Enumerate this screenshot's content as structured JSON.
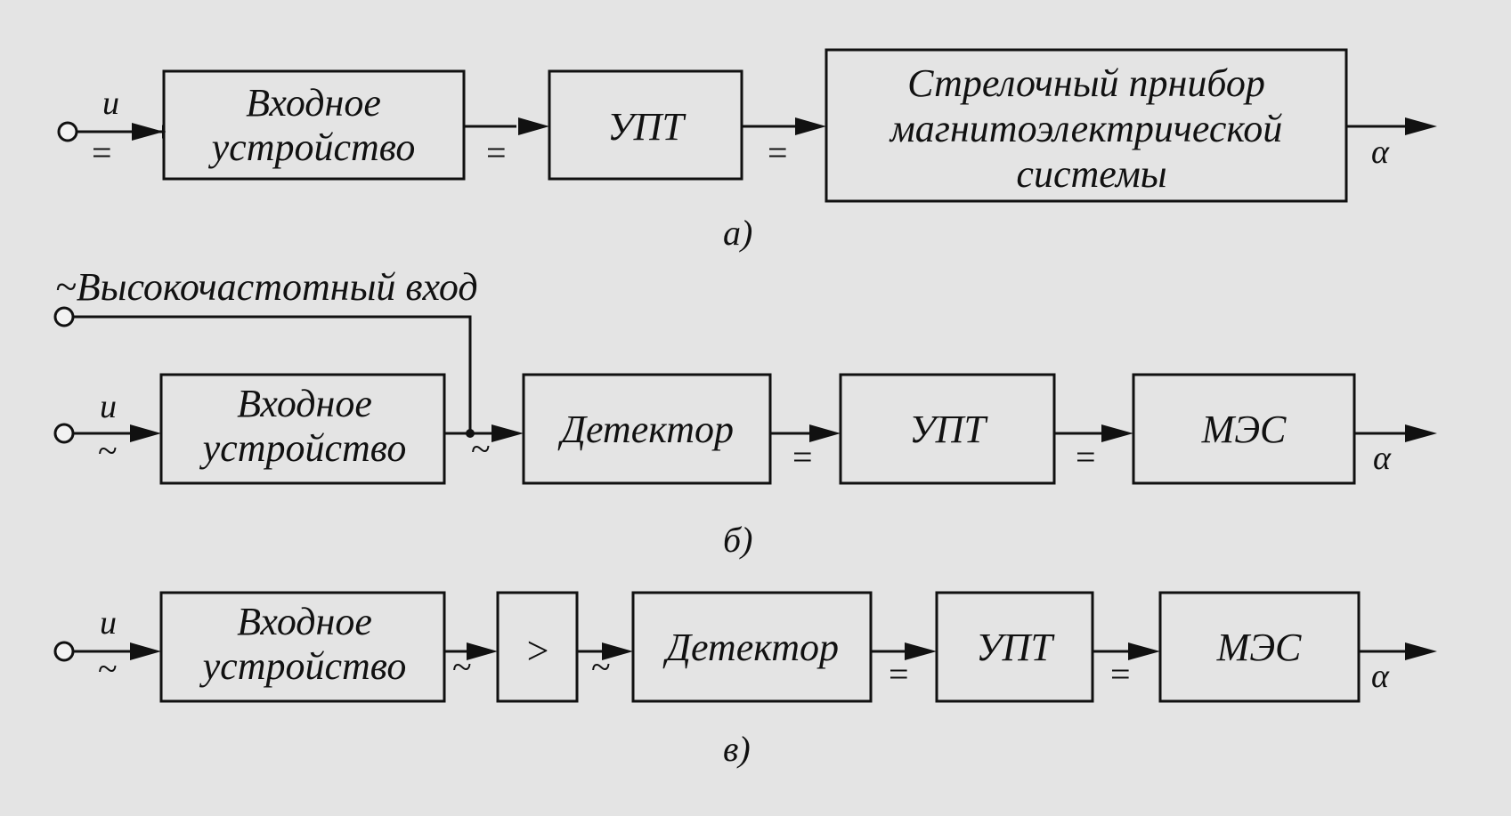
{
  "colors": {
    "ink": "#111111",
    "paper": "#e4e4e4"
  },
  "diagram_a": {
    "caption": "а)",
    "input_label": "u",
    "input_kind": "=",
    "blocks": {
      "input_device": [
        "Входное",
        "устройство"
      ],
      "upt": "УПТ",
      "meter": [
        "Стрелочный прнибор",
        "магнитоэлектрической",
        "системы"
      ]
    },
    "link_kinds": [
      "=",
      "="
    ],
    "output_label": "α"
  },
  "diagram_b": {
    "caption": "б)",
    "hf_input_label": "~Высокочастотный вход",
    "input_label": "u",
    "input_kind": "~",
    "blocks": {
      "input_device": [
        "Входное",
        "устройство"
      ],
      "detector": "Детектор",
      "upt": "УПТ",
      "mes": "МЭС"
    },
    "link_kinds": [
      "~",
      "=",
      "="
    ],
    "output_label": "α"
  },
  "diagram_c": {
    "caption": "в)",
    "input_label": "u",
    "input_kind": "~",
    "blocks": {
      "input_device": [
        "Входное",
        "устройство"
      ],
      "amplifier": ">",
      "detector": "Детектор",
      "upt": "УПТ",
      "mes": "МЭС"
    },
    "link_kinds": [
      "~",
      "~",
      "=",
      "="
    ],
    "output_label": "α"
  }
}
